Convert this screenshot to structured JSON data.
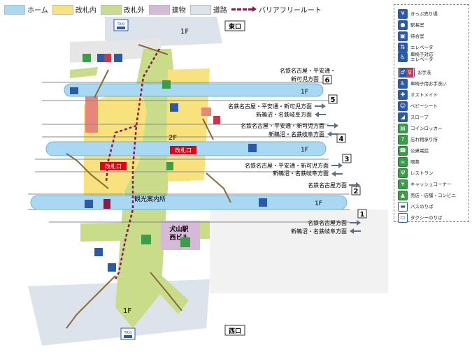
{
  "legend": {
    "items": [
      {
        "label": "ホーム",
        "color": "#a9d8f2"
      },
      {
        "label": "改札内",
        "color": "#f7e27d"
      },
      {
        "label": "改札外",
        "color": "#c9dc8a"
      },
      {
        "label": "建物",
        "color": "#d6b8d8"
      },
      {
        "label": "道路",
        "color": "#dde3ea"
      }
    ],
    "route_label": "バリアフリールート",
    "route_color": "#8b1a4a"
  },
  "map": {
    "exits": {
      "east": "東口",
      "west": "西口"
    },
    "floor_labels": {
      "upper": "1F",
      "lower": "1F",
      "concourse": "2F"
    },
    "platform_label": "1F",
    "gates": {
      "main": "改札口",
      "sub": "改札口"
    },
    "info_center": "観光案内所",
    "building": "犬山駅\n西ビル",
    "building_line1": "犬山駅",
    "building_line2": "西ビル",
    "taxi": "TAXI",
    "directions": [
      {
        "line1": "名鉄名古屋・平安通・",
        "line2": "新可児方面",
        "number": "6"
      },
      {
        "line1": "名鉄名古屋・平安通・新可児方面",
        "line2": "新鵜沼・名鉄岐阜方面",
        "number": "5"
      },
      {
        "line1": "名鉄名古屋・平安通・新可児方面",
        "line2": "新鵜沼・名鉄岐阜方面",
        "number": "4"
      },
      {
        "line1": "名鉄名古屋・平安通・新可児方面",
        "line2": "新鵜沼・名鉄岐阜方面",
        "number": "3"
      },
      {
        "line1": "名鉄名古屋方面",
        "line2": "",
        "number": "2"
      },
      {
        "line1": "名鉄名古屋方面",
        "line2": "新鵜沼・名鉄岐阜方面",
        "number": "1"
      }
    ]
  },
  "key": [
    {
      "label": "きっぷ売り場",
      "icon": "ticket-icon"
    },
    {
      "label": "駅長室",
      "icon": "station-master-icon"
    },
    {
      "label": "待合室",
      "icon": "waiting-room-icon"
    },
    {
      "label": "エレベータ",
      "icon": "elevator-icon"
    },
    {
      "label": "車椅子対応\nエレベータ",
      "line1": "車椅子対応",
      "line2": "エレベータ",
      "icon": "wheelchair-elevator-icon"
    },
    {
      "label": "お手洗",
      "icon": "restroom-icon"
    },
    {
      "label": "車椅子用お手洗い",
      "icon": "accessible-restroom-icon"
    },
    {
      "label": "オストメイト",
      "icon": "ostomate-icon"
    },
    {
      "label": "ベビーシート",
      "icon": "baby-seat-icon"
    },
    {
      "label": "スロープ",
      "icon": "slope-icon"
    },
    {
      "label": "コインロッカー",
      "icon": "coin-locker-icon"
    },
    {
      "label": "忘れ物承り所",
      "icon": "lost-and-found-icon"
    },
    {
      "label": "公衆電話",
      "icon": "phone-icon"
    },
    {
      "label": "喫茶",
      "icon": "cafe-icon"
    },
    {
      "label": "レストラン",
      "icon": "restaurant-icon"
    },
    {
      "label": "キャッシュコーナー",
      "icon": "atm-icon"
    },
    {
      "label": "売店・店舗・コンビニ",
      "icon": "shop-icon"
    },
    {
      "label": "バスのりば",
      "icon": "bus-icon"
    },
    {
      "label": "タクシーのりば",
      "icon": "taxi-icon"
    }
  ]
}
